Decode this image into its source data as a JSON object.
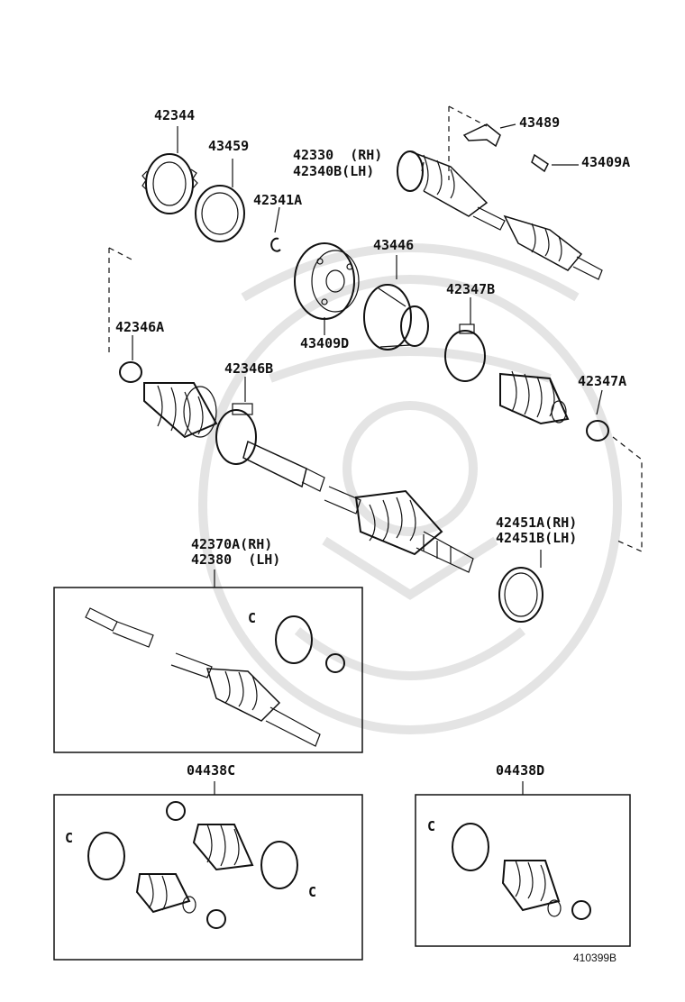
{
  "diagram": {
    "callouts": {
      "p42344": "42344",
      "p43459": "43459",
      "p42341A": "42341A",
      "p43489": "43489",
      "p43409A": "43409A",
      "p42330": "42330  (RH)",
      "p42340B": "42340B(LH)",
      "p43446": "43446",
      "p43409D": "43409D",
      "p42347B": "42347B",
      "p42346A": "42346A",
      "p42346B": "42346B",
      "p42347A": "42347A",
      "p42451A": "42451A(RH)",
      "p42451B": "42451B(LH)",
      "p42370A": "42370A(RH)",
      "p42380": "42380  (LH)",
      "p04438C": "04438C",
      "p04438D": "04438D"
    },
    "figure_code": "410399B",
    "kit_clip_letter": "C"
  },
  "colors": {
    "line": "#111111",
    "watermark": "#e6e6e6"
  }
}
